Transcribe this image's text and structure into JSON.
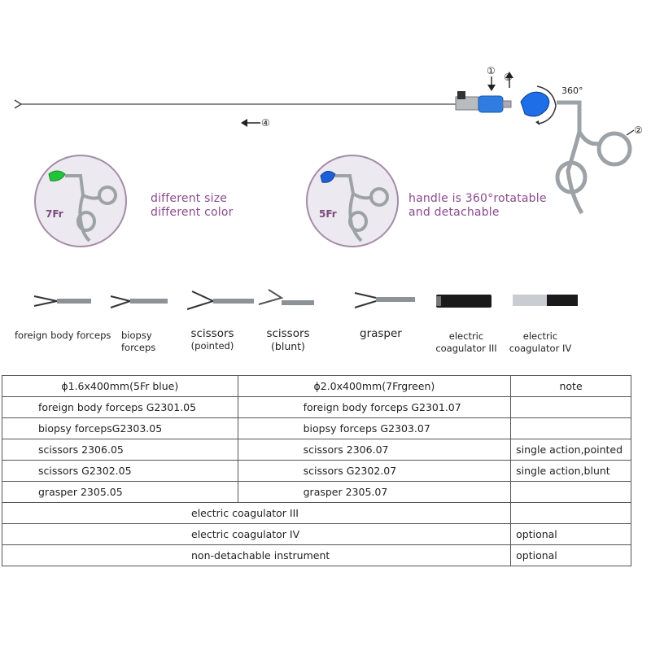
{
  "diagram": {
    "markers": {
      "m1": "①",
      "m2": "②",
      "m3": "③",
      "m4": "④",
      "rotation": "360°"
    }
  },
  "circles": [
    {
      "size_label": "7Fr",
      "color": "#22c33a",
      "text_line1": "different size",
      "text_line2": "different color"
    },
    {
      "size_label": "5Fr",
      "color": "#1f5fd6",
      "text_line1": "handle is 360°rotatable",
      "text_line2": "and detachable"
    }
  ],
  "instruments": [
    {
      "label_line1": "foreign body forceps",
      "label_line2": ""
    },
    {
      "label_line1": "biopsy",
      "label_line2": "forceps"
    },
    {
      "label_line1": "scissors",
      "label_line2": "(pointed)"
    },
    {
      "label_line1": "scissors",
      "label_line2": "(blunt)"
    },
    {
      "label_line1": "grasper",
      "label_line2": ""
    },
    {
      "label_line1": "electric",
      "label_line2": "coagulator III"
    },
    {
      "label_line1": "electric",
      "label_line2": "coagulator IV"
    }
  ],
  "table": {
    "headers": [
      "ϕ1.6x400mm(5Fr blue)",
      "ϕ2.0x400mm(7Frgreen)",
      "note"
    ],
    "rows": [
      {
        "a": "foreign body forceps G2301.05",
        "b": "foreign body forceps G2301.07",
        "note": ""
      },
      {
        "a": "biopsy forcepsG2303.05",
        "b": "biopsy forceps G2303.07",
        "note": ""
      },
      {
        "a": "scissors 2306.05",
        "b": "scissors  2306.07",
        "note": "single action,pointed"
      },
      {
        "a": "scissors G2302.05",
        "b": "scissors G2302.07",
        "note": "single action,blunt"
      },
      {
        "a": "grasper 2305.05",
        "b": "grasper 2305.07",
        "note": ""
      }
    ],
    "merged_rows": [
      {
        "label": "electric coagulator III",
        "note": ""
      },
      {
        "label": "electric coagulator IV",
        "note": "optional"
      },
      {
        "label": "non-detachable instrument",
        "note": "optional"
      }
    ]
  }
}
